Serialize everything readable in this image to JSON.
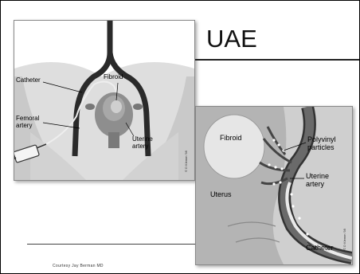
{
  "slide": {
    "title": "UAE",
    "credit": "Courtesy Jay Berman MD"
  },
  "figure_left": {
    "labels": {
      "catheter": "Catheter",
      "fibroid": "Fibroid",
      "femoral_artery": "Femoral artery",
      "uterine_artery": "Uterine artery",
      "signature": "© D Klemm '98"
    }
  },
  "figure_right": {
    "labels": {
      "fibroid": "Fibroid",
      "polyvinyl_particles": "Polyvinyl particles",
      "uterine_artery": "Uterine artery",
      "uterus": "Uterus",
      "catheter": "Catheter",
      "signature": "© D Klemm '98"
    }
  },
  "colors": {
    "background": "#ffffff",
    "text": "#111111",
    "illustration_gray": "#9a9a9a"
  }
}
